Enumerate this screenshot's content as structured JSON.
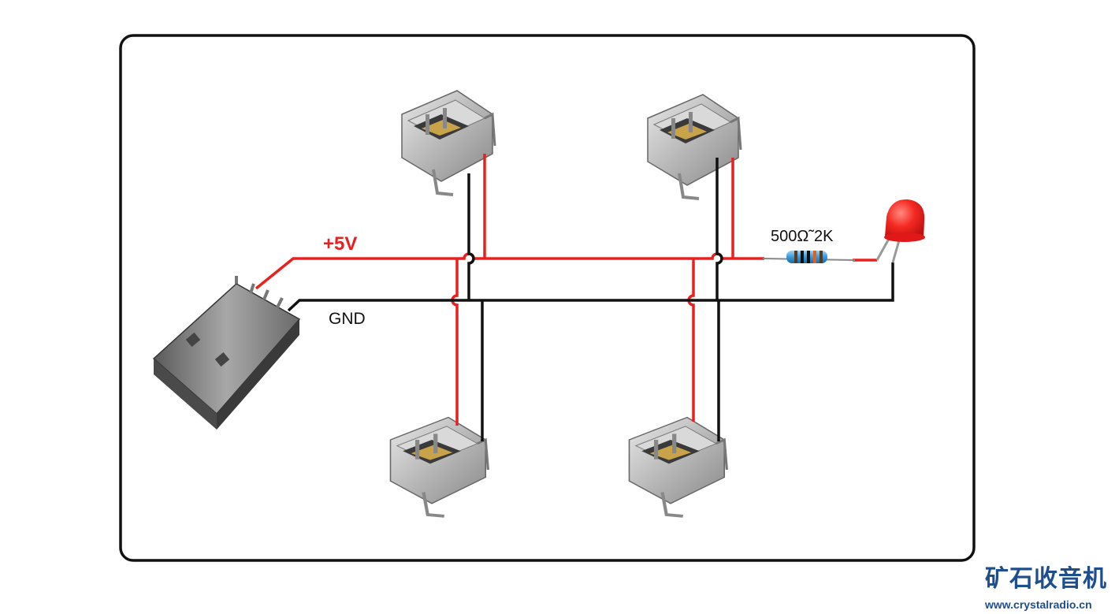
{
  "labels": {
    "plus5v": "+5V",
    "gnd": "GND",
    "resistor": "500Ω˜2K"
  },
  "watermark": {
    "title": "矿石收音机",
    "url": "www.crystalradio.cn"
  },
  "colors": {
    "vcc_wire": "#e8201e",
    "gnd_wire": "#111111",
    "border": "#111111",
    "led": "#f02020",
    "watermark": "#1f4e8c"
  }
}
